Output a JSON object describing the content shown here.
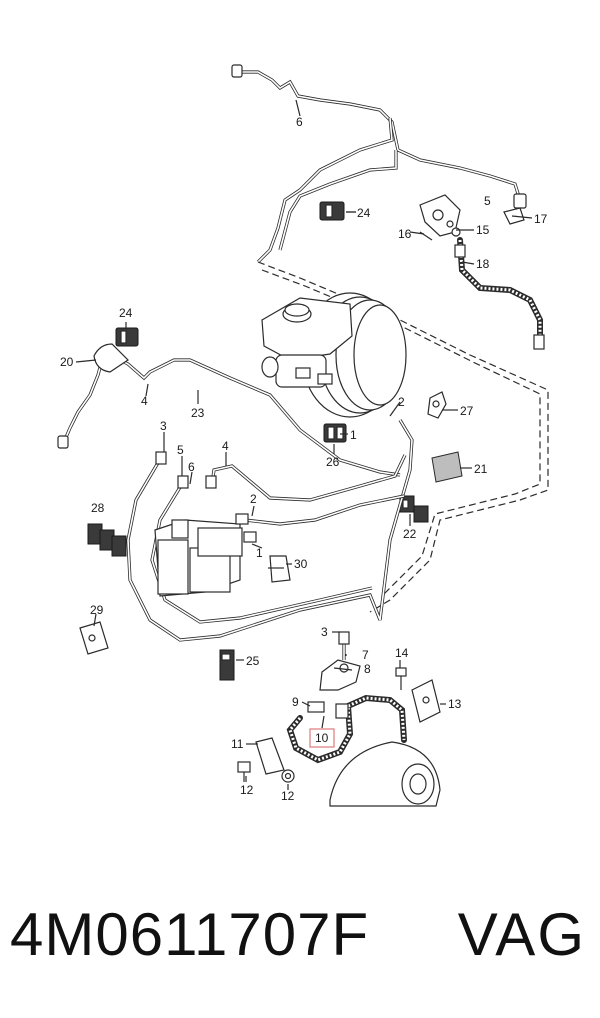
{
  "diagram": {
    "callouts": [
      {
        "id": "6a",
        "label": "6"
      },
      {
        "id": "24a",
        "label": "24"
      },
      {
        "id": "5a",
        "label": "5"
      },
      {
        "id": "17",
        "label": "17"
      },
      {
        "id": "16",
        "label": "16"
      },
      {
        "id": "15",
        "label": "15"
      },
      {
        "id": "18",
        "label": "18"
      },
      {
        "id": "24b",
        "label": "24"
      },
      {
        "id": "20",
        "label": "20"
      },
      {
        "id": "4a",
        "label": "4"
      },
      {
        "id": "23",
        "label": "23"
      },
      {
        "id": "2a",
        "label": "2"
      },
      {
        "id": "27",
        "label": "27"
      },
      {
        "id": "1a",
        "label": "1"
      },
      {
        "id": "26",
        "label": "26"
      },
      {
        "id": "3a",
        "label": "3"
      },
      {
        "id": "5b",
        "label": "5"
      },
      {
        "id": "6b",
        "label": "6"
      },
      {
        "id": "4b",
        "label": "4"
      },
      {
        "id": "21",
        "label": "21"
      },
      {
        "id": "28",
        "label": "28"
      },
      {
        "id": "2b",
        "label": "2"
      },
      {
        "id": "22",
        "label": "22"
      },
      {
        "id": "1b",
        "label": "1"
      },
      {
        "id": "30",
        "label": "30"
      },
      {
        "id": "29",
        "label": "29"
      },
      {
        "id": "3b",
        "label": "3"
      },
      {
        "id": "7",
        "label": "7"
      },
      {
        "id": "8",
        "label": "8"
      },
      {
        "id": "14",
        "label": "14"
      },
      {
        "id": "25",
        "label": "25"
      },
      {
        "id": "9",
        "label": "9"
      },
      {
        "id": "13",
        "label": "13"
      },
      {
        "id": "10",
        "label": "10"
      },
      {
        "id": "11",
        "label": "11"
      },
      {
        "id": "12a",
        "label": "12"
      },
      {
        "id": "12b",
        "label": "12"
      }
    ]
  },
  "caption": {
    "part_number": "4M0611707F",
    "brand": "VAG"
  },
  "colors": {
    "highlight_box": "#e07a7a",
    "line": "#2b2b2b"
  }
}
